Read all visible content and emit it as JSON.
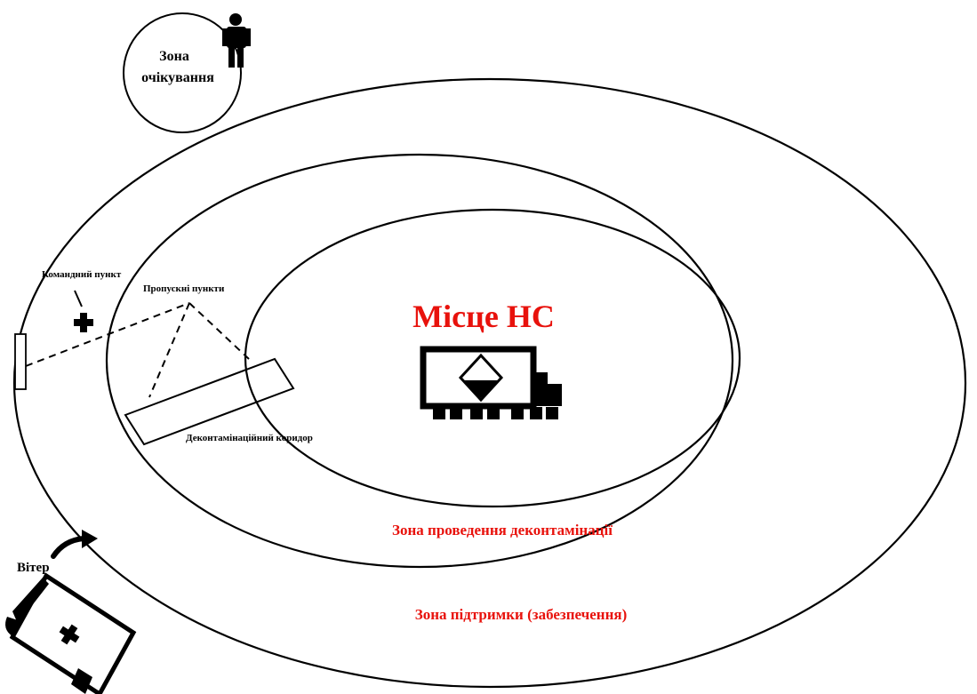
{
  "colors": {
    "accent": "#e8120c",
    "ink": "#000000",
    "background": "#ffffff"
  },
  "labels": {
    "waiting_zone_line1": "Зона",
    "waiting_zone_line2": "очікування",
    "command_post": "Командний пункт",
    "checkpoints": "Пропускні пункти",
    "decon_corridor": "Деконтамінаційний коридор",
    "incident_site": "Місце НС",
    "decon_zone": "Зона проведення деконтамінації",
    "support_zone": "Зона підтримки (забезпечення)",
    "wind": "Вітер"
  },
  "icons": {
    "person": "person-icon",
    "command_cross": "cross-icon",
    "hazmat_truck": "hazmat-truck-icon",
    "wind_arrow": "curved-arrow-icon",
    "ambulance": "ambulance-icon"
  }
}
